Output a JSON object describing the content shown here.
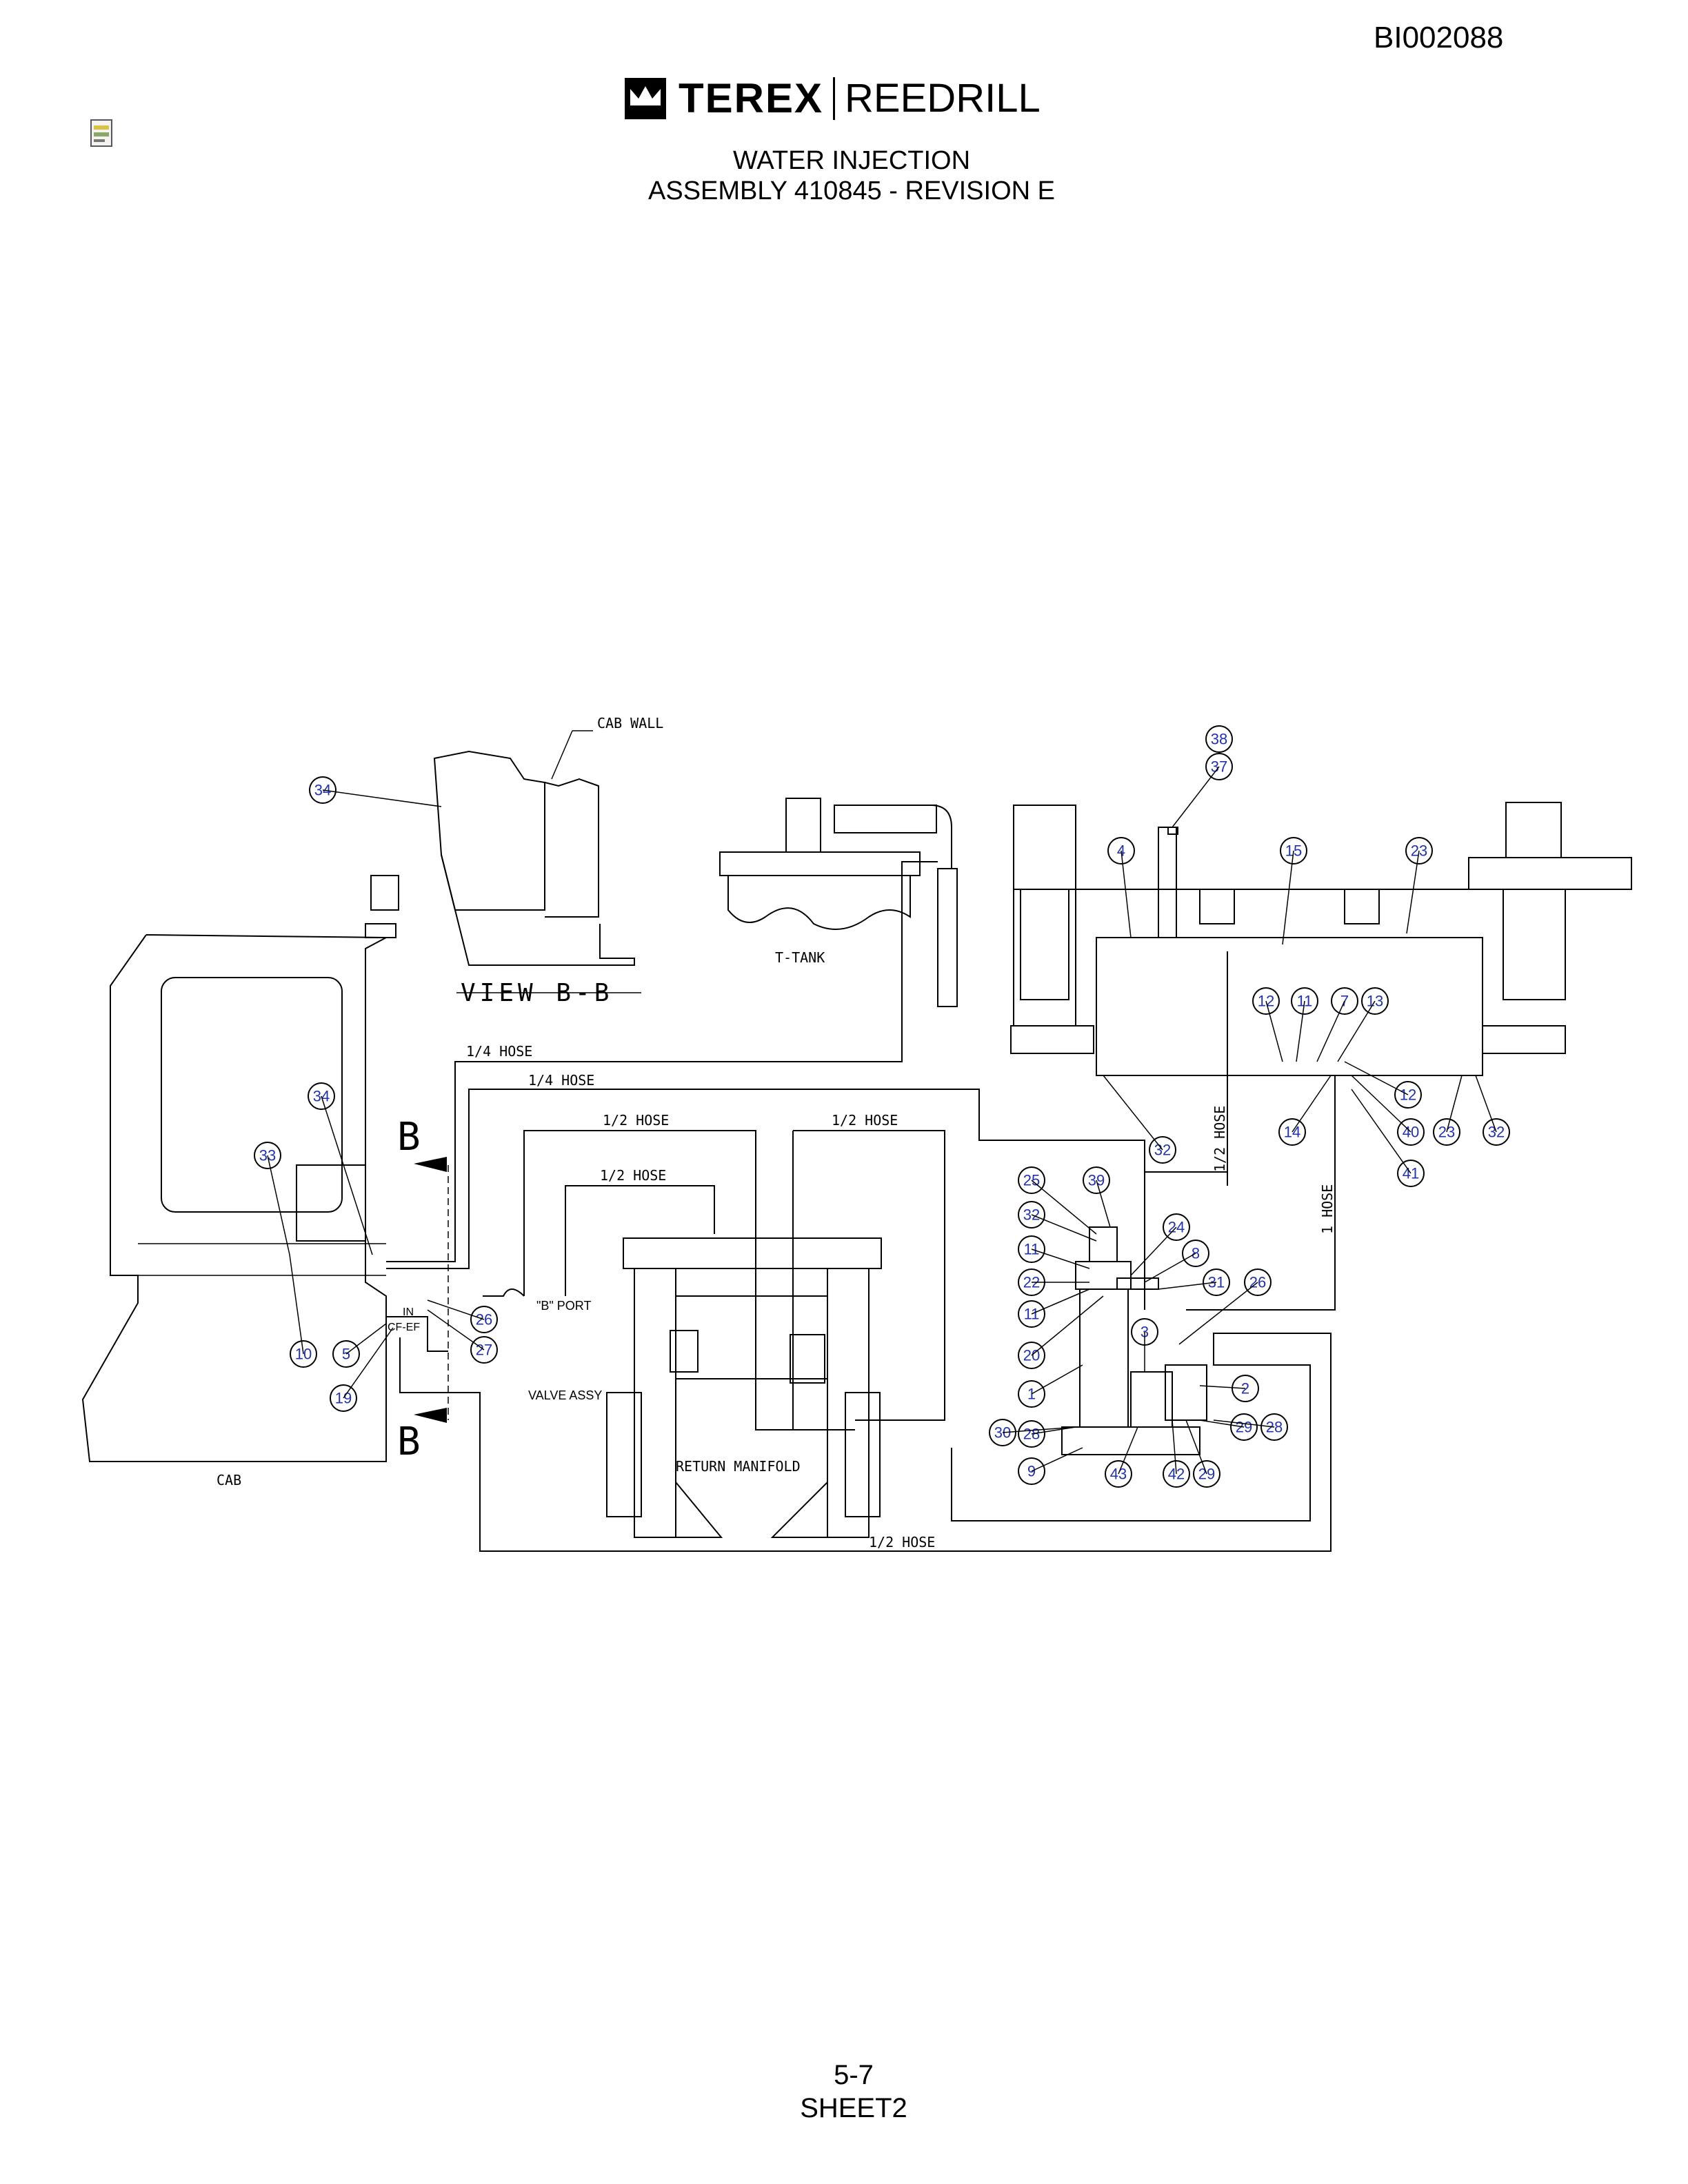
{
  "document_id": "BI002088",
  "brand": {
    "name": "TEREX",
    "product": "REEDRILL"
  },
  "title_line1": "WATER INJECTION",
  "title_line2": "ASSEMBLY 410845 - REVISION E",
  "labels": {
    "cab_wall": "CAB WALL",
    "view_bb": "VIEW B-B",
    "t_tank": "T-TANK",
    "hose_quarter_1": "1/4 HOSE",
    "hose_quarter_2": "1/4 HOSE",
    "hose_half_1": "1/2 HOSE",
    "hose_half_2": "1/2 HOSE",
    "hose_half_3": "1/2 HOSE",
    "hose_half_vertical": "1/2 HOSE",
    "hose_one_vertical": "1 HOSE",
    "hose_half_bottom": "1/2 HOSE",
    "b_port": "\"B\" PORT",
    "valve_assy": "VALVE ASSY",
    "return_manifold": "RETURN MANIFOLD",
    "cab": "CAB",
    "section_b_top": "B",
    "section_b_bottom": "B",
    "port_in": "IN",
    "port_cf_ef": "CF-EF"
  },
  "callouts": [
    "34",
    "33",
    "34",
    "10",
    "5",
    "19",
    "26",
    "27",
    "38",
    "37",
    "4",
    "15",
    "23",
    "12",
    "11",
    "7",
    "13",
    "12",
    "32",
    "14",
    "40",
    "23",
    "32",
    "41",
    "25",
    "39",
    "32",
    "24",
    "11",
    "8",
    "22",
    "31",
    "26",
    "11",
    "20",
    "3",
    "2",
    "1",
    "29",
    "28",
    "30",
    "28",
    "9",
    "43",
    "42",
    "29"
  ],
  "footer": {
    "page": "5-7",
    "sheet": "SHEET2"
  }
}
